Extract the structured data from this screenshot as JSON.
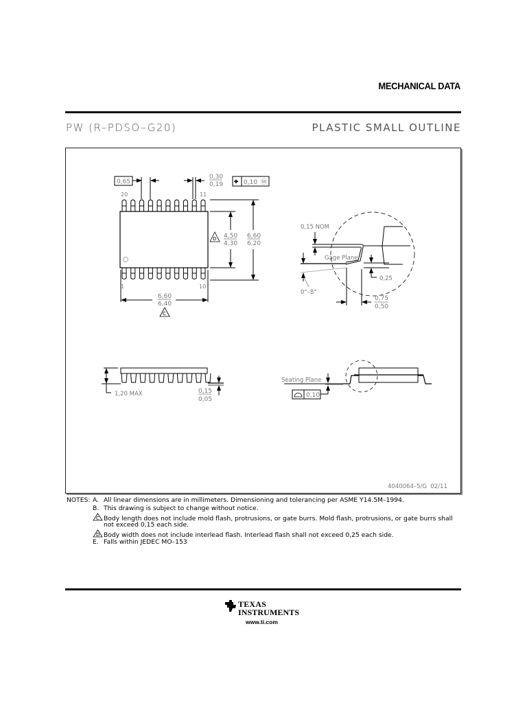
{
  "header": {
    "section_title": "MECHANICAL DATA",
    "package_code": "PW (R–PDSO–G20)",
    "package_description": "PLASTIC SMALL OUTLINE"
  },
  "drawing": {
    "top_view": {
      "pin_pitch": "0,65",
      "lead_width_max": "0,30",
      "lead_width_min": "0,19",
      "position_tolerance": "0,10",
      "position_symbol": "⌖",
      "mmc_symbol": "Ⓜ",
      "pin_first_top": "20",
      "pin_last_top": "11",
      "pin_first_bottom": "1",
      "pin_last_bottom": "10",
      "pins_per_side": 10,
      "body_width_max": "4,50",
      "body_width_min": "4,30",
      "body_width_note": "D",
      "overall_width_max": "6,60",
      "overall_width_min": "6,20",
      "body_length_max": "6,60",
      "body_length_min": "6,40",
      "body_length_note": "C"
    },
    "lead_detail": {
      "lead_thickness": "0,15 NOM",
      "gage_plane_label": "Gage Plane",
      "gage_height": "0,25",
      "angle": "0°–8°",
      "foot_length_max": "0,75",
      "foot_length_min": "0,50"
    },
    "side_view": {
      "height_max": "1,20 MAX",
      "standoff_max": "0,15",
      "standoff_min": "0,05"
    },
    "end_view": {
      "seating_plane_label": "Seating Plane",
      "coplanarity": "0,10",
      "coplanarity_symbol": "⌓"
    },
    "drawing_number": "4040064–5/G  02/11"
  },
  "notes": {
    "label": "NOTES:",
    "items": [
      {
        "key": "A.",
        "text": "All linear dimensions are in millimeters.  Dimensioning and tolerancing per ASME Y14.5M–1994."
      },
      {
        "key": "B.",
        "text": "This drawing is subject to change without notice."
      },
      {
        "key": "C",
        "flagged": true,
        "text": "Body length does not include mold flash, protrusions, or gate burrs.  Mold flash, protrusions, or gate burrs shall",
        "continuation": "not exceed 0,15 each side."
      },
      {
        "key": "D",
        "flagged": true,
        "text": "Body width does not include interlead flash.  Interlead flash shall not exceed 0,25 each side."
      },
      {
        "key": "E.",
        "text": "Falls within JEDEC MO–153"
      }
    ]
  },
  "footer": {
    "brand_line1": "TEXAS",
    "brand_line2": "INSTRUMENTS",
    "url": "www.ti.com"
  }
}
